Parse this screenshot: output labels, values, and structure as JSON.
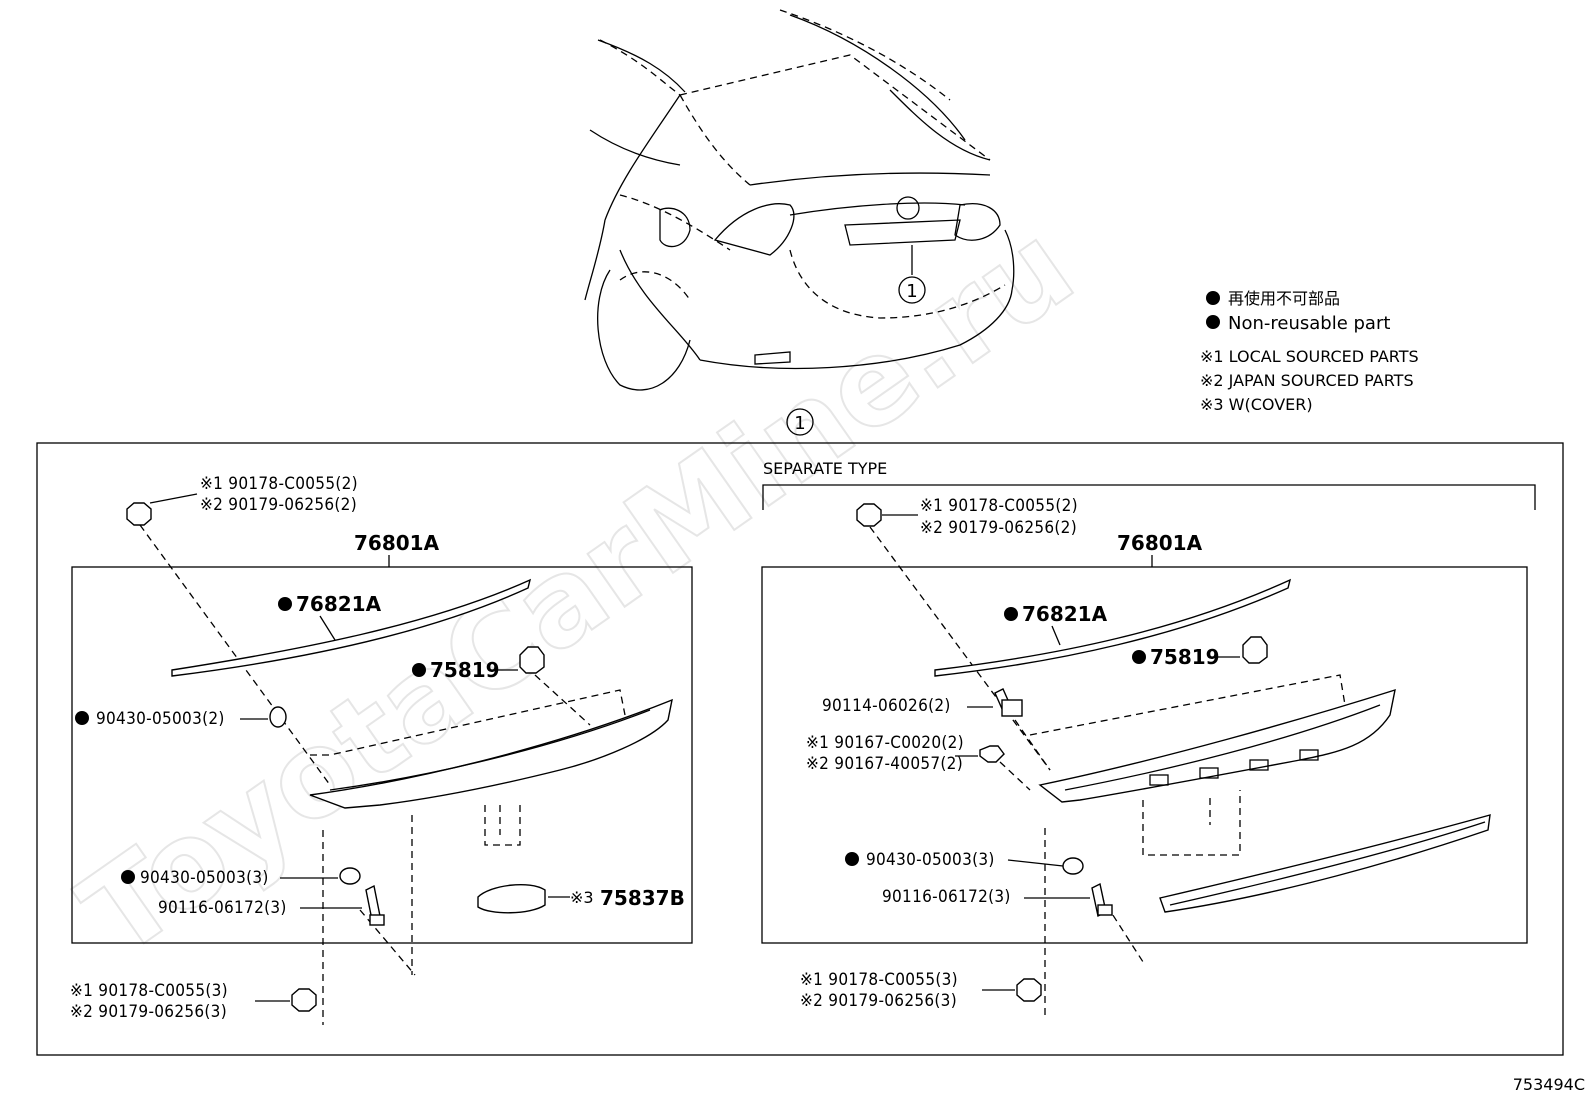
{
  "watermark": "ToyotaCarMine.ru",
  "callout_marker": "1",
  "legend": {
    "non_reusable_jp": "再使用不可部品",
    "non_reusable_en": "Non-reusable part",
    "note1": "※1 LOCAL SOURCED PARTS",
    "note2": "※2 JAPAN SOURCED PARTS",
    "note3": "※3 W(COVER)"
  },
  "separate_type_label": "SEPARATE TYPE",
  "left_panel": {
    "assembly": "76801A",
    "nut_top_1": "※1 90178-C0055(2)",
    "nut_top_2": "※2 90179-06256(2)",
    "moulding": "76821A",
    "clip": "75819",
    "washer_upper": "90430-05003(2)",
    "washer_lower": "90430-05003(3)",
    "stud": "90116-06172(3)",
    "cover": "75837B",
    "cover_mark": "※3",
    "nut_bottom_1": "※1 90178-C0055(3)",
    "nut_bottom_2": "※2 90179-06256(3)"
  },
  "right_panel": {
    "assembly": "76801A",
    "nut_top_1": "※1 90178-C0055(2)",
    "nut_top_2": "※2 90179-06256(2)",
    "moulding": "76821A",
    "clip": "75819",
    "screw": "90114-06026(2)",
    "bolt_1": "※1 90167-C0020(2)",
    "bolt_2": "※2 90167-40057(2)",
    "washer": "90430-05003(3)",
    "stud": "90116-06172(3)",
    "nut_bottom_1": "※1 90178-C0055(3)",
    "nut_bottom_2": "※2 90179-06256(3)"
  },
  "figure_id": "753494C"
}
